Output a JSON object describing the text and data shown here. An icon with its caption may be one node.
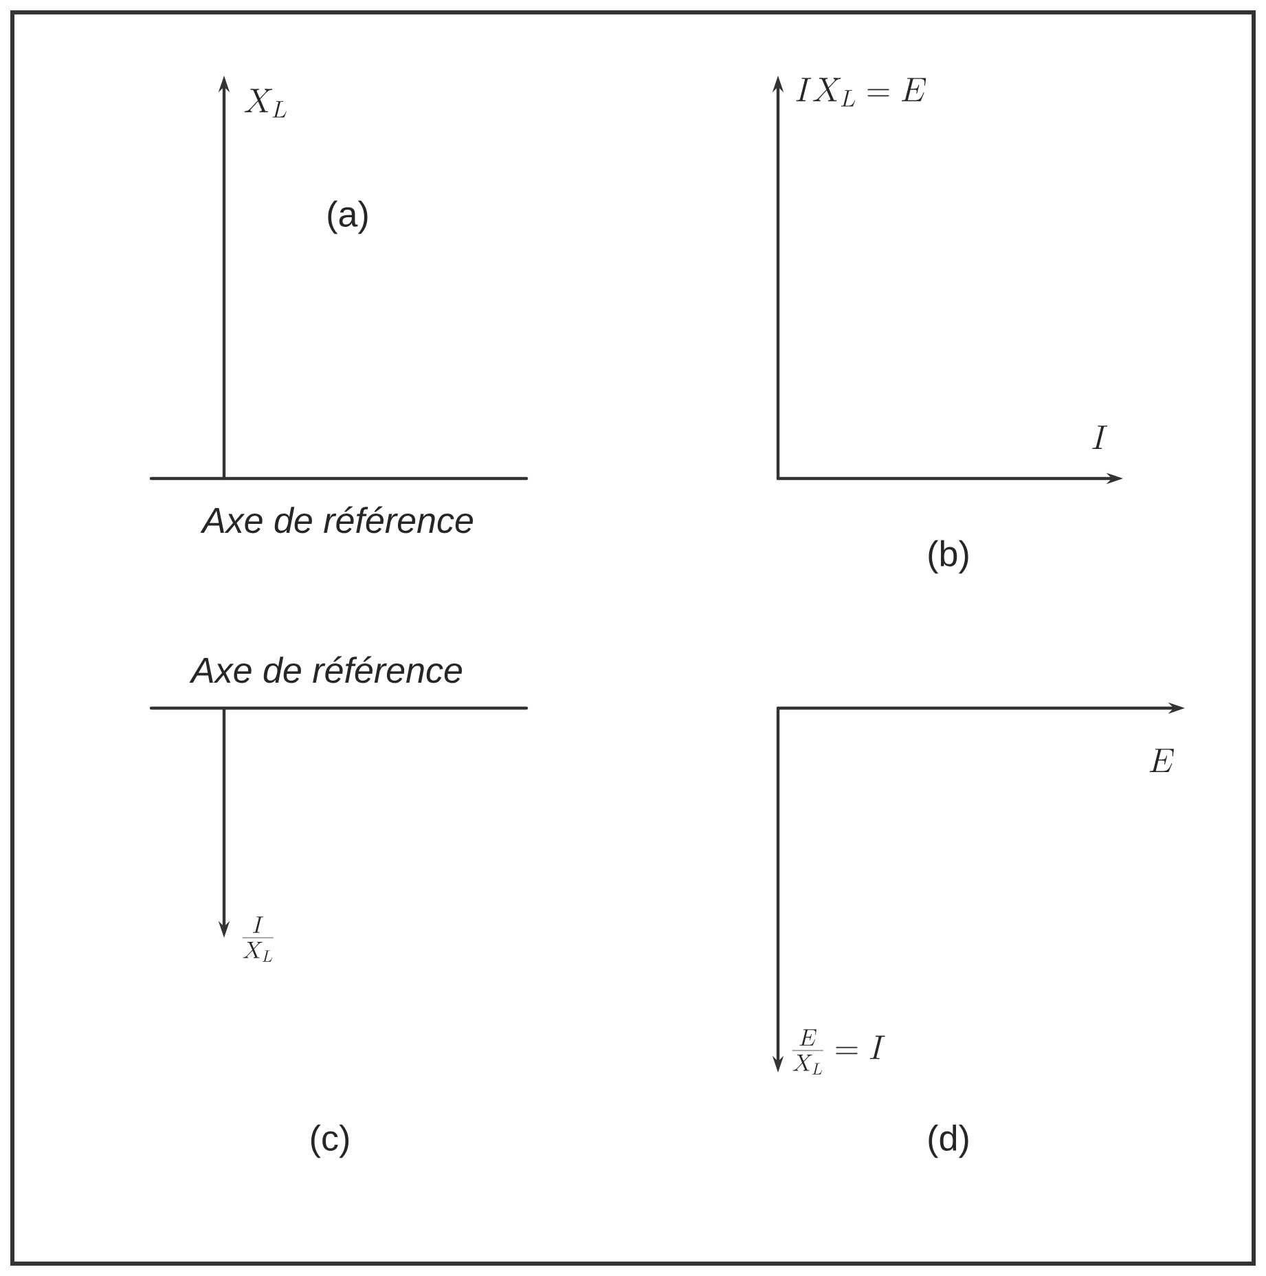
{
  "diagram": {
    "labels": [
      "X_{L}",
      "(a)",
      "IX_{L}=E",
      "I",
      "Axe de référence",
      "(b)",
      "Axe de référence",
      "E",
      "\\frac{I}{X_{L}}",
      "\\frac{E}{X_{L}}=I",
      "(c)",
      "(d)"
    ]
  }
}
